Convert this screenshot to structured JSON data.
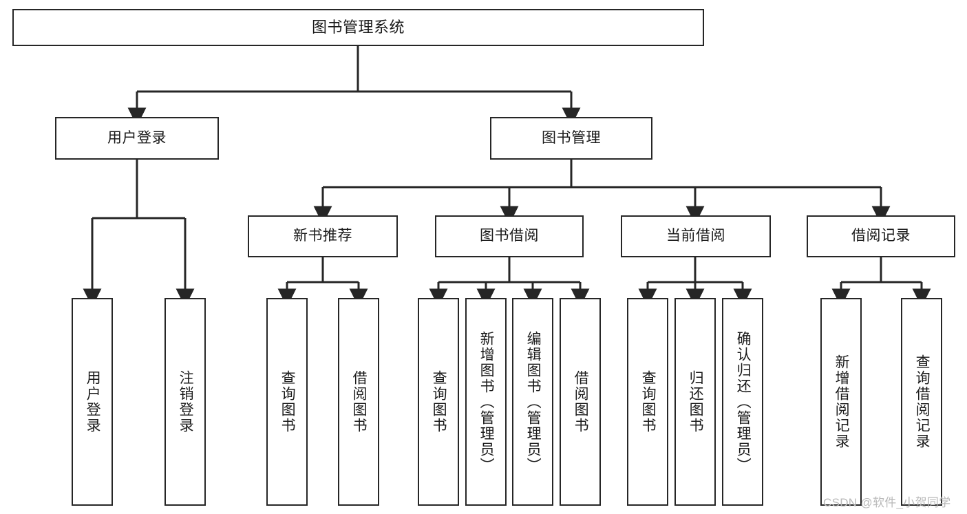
{
  "diagram": {
    "title": "图书管理系统",
    "type": "tree",
    "orientation": "top-down",
    "theme": {
      "box_border": "#262626",
      "box_fill": "#ffffff",
      "edge_color": "#262626",
      "text_color": "#1a1a1a",
      "background": "#ffffff",
      "watermark_color": "#b9b9b9"
    },
    "watermark": "CSDN @软件_小贺同学"
  },
  "nodes": {
    "root": {
      "label": "图书管理系统"
    },
    "level2": [
      {
        "id": "user-login",
        "label": "用户登录"
      },
      {
        "id": "book-manage",
        "label": "图书管理"
      }
    ],
    "level3": [
      {
        "id": "new-book-recommend",
        "label": "新书推荐"
      },
      {
        "id": "book-borrow",
        "label": "图书借阅"
      },
      {
        "id": "current-borrow",
        "label": "当前借阅"
      },
      {
        "id": "borrow-record",
        "label": "借阅记录"
      }
    ],
    "leaves": {
      "user-login": [
        {
          "id": "leaf-user-login",
          "label": "用户登录"
        },
        {
          "id": "leaf-logout-login",
          "label": "注销登录"
        }
      ],
      "new-book-recommend": [
        {
          "id": "leaf-query-book-1",
          "label": "查询图书"
        },
        {
          "id": "leaf-borrow-book-1",
          "label": "借阅图书"
        }
      ],
      "book-borrow": [
        {
          "id": "leaf-query-book-2",
          "label": "查询图书"
        },
        {
          "id": "leaf-add-book",
          "label": "新增图书（管理员）"
        },
        {
          "id": "leaf-edit-book",
          "label": "编辑图书（管理员）"
        },
        {
          "id": "leaf-borrow-book-2",
          "label": "借阅图书"
        }
      ],
      "current-borrow": [
        {
          "id": "leaf-query-book-3",
          "label": "查询图书"
        },
        {
          "id": "leaf-return-book",
          "label": "归还图书"
        },
        {
          "id": "leaf-confirm-return",
          "label": "确认归还（管理员）"
        }
      ],
      "borrow-record": [
        {
          "id": "leaf-add-record",
          "label": "新增借阅记录"
        },
        {
          "id": "leaf-query-record",
          "label": "查询借阅记录"
        }
      ]
    }
  }
}
